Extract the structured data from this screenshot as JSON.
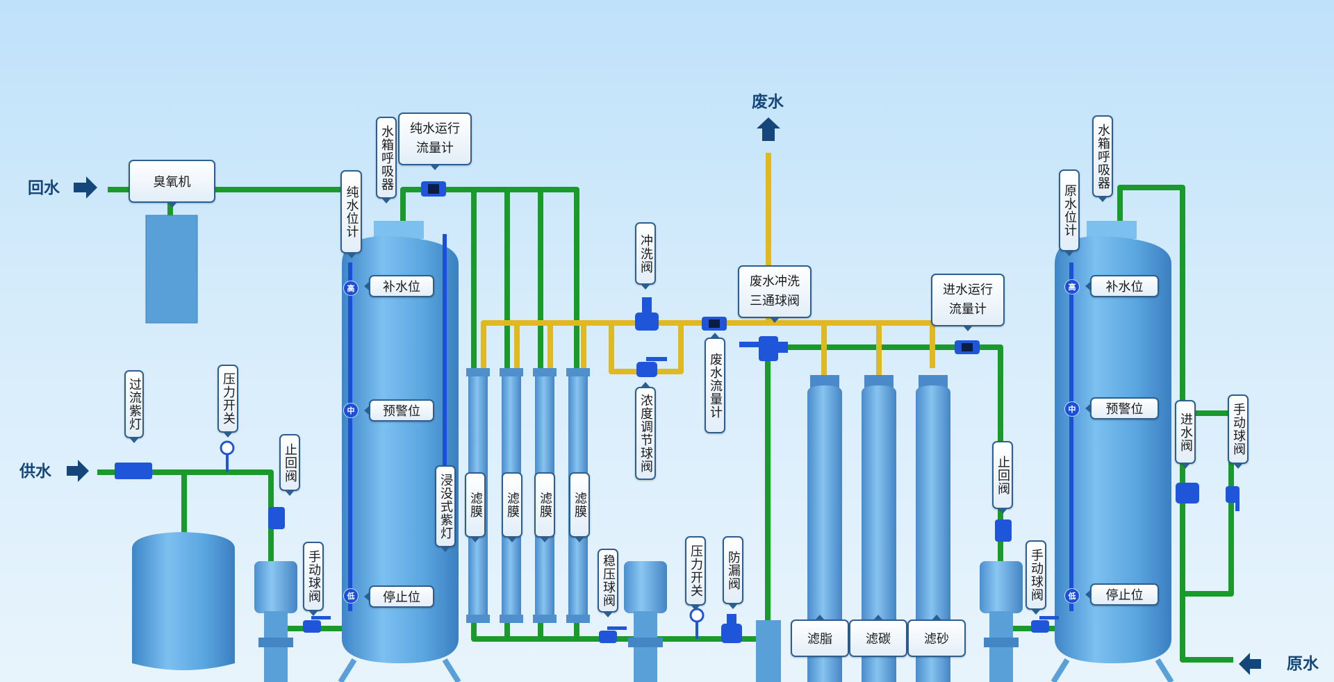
{
  "colors": {
    "pure_water_pipe": "#1a9a2a",
    "waste_pipe": "#e0b820",
    "tank": "#5aa6e0",
    "level_bar": "#1a4fd6",
    "valve": "#1f55d8",
    "label_border": "#2c5f8f",
    "io_text": "#15467a"
  },
  "io": {
    "return_water": "回水",
    "supply_water": "供水",
    "waste_water": "废水",
    "raw_water": "原水"
  },
  "labels": {
    "ozone_generator": "臭氧机",
    "pure_level_gauge": "纯水位计",
    "pure_tank_breather": "水箱呼吸器",
    "pure_flow_meter": "纯水运行流量计",
    "overflow_uv": "过流紫灯",
    "pressure_switch_left": "压力开关",
    "check_valve_left": "止回阀",
    "manual_ball_valve_left": "手动球阀",
    "immersion_uv": "浸没式紫灯",
    "membranes": [
      "滤膜",
      "滤膜",
      "滤膜",
      "滤膜"
    ],
    "flush_valve": "冲洗阀",
    "concentrate_ball_valve": "浓度调节球阀",
    "waste_flow_meter": "废水流量计",
    "waste_flush_valve": "废水冲洗三通球阀",
    "feed_flow_meter": "进水运行流量计",
    "stabilizer_ball_valve": "稳压球阀",
    "pressure_switch_mid": "压力开关",
    "leak_valve": "防漏阀",
    "filters": [
      "滤脂",
      "滤碳",
      "滤砂"
    ],
    "check_valve_right": "止回阀",
    "manual_ball_valve_right": "手动球阀",
    "raw_level_gauge": "原水位计",
    "raw_tank_breather": "水箱呼吸器",
    "inlet_valve": "进水阀",
    "manual_ball_valve_far": "手动球阀"
  },
  "levels": {
    "refill": "补水位",
    "warning": "预警位",
    "stop": "停止位",
    "high": "高",
    "mid": "中",
    "low": "低"
  }
}
